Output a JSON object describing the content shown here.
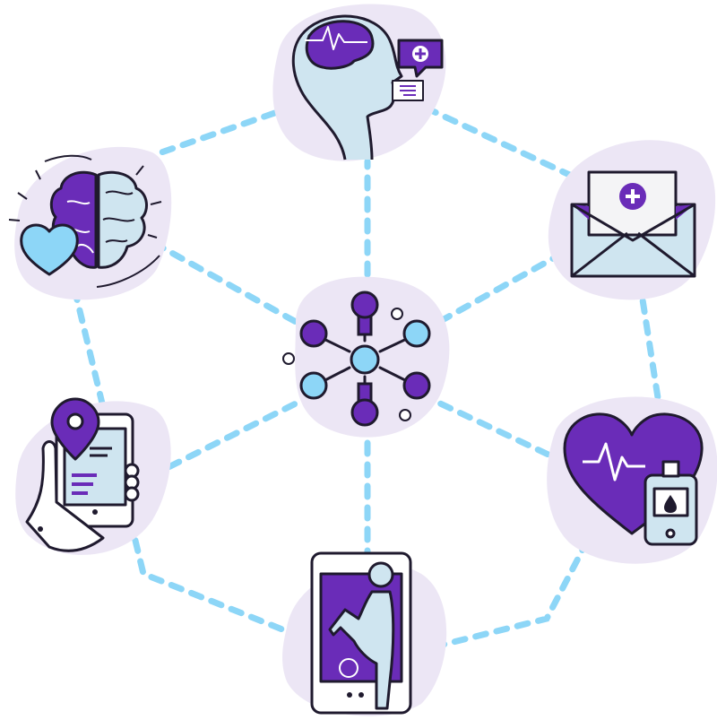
{
  "colors": {
    "purple": "#6a2cb8",
    "light_blue": "#8dd6f7",
    "pale_blue": "#cfe5f0",
    "blob": "#ece6f5",
    "outline": "#1f1a2e",
    "white": "#ffffff",
    "connector": "#8dd6f7"
  },
  "hub": {
    "icon": "network-hub-icon"
  },
  "nodes": [
    {
      "id": "mental-health",
      "icon": "head-brain-chat-icon"
    },
    {
      "id": "secure-message",
      "icon": "medical-envelope-icon"
    },
    {
      "id": "heart-monitoring",
      "icon": "heart-glucose-meter-icon"
    },
    {
      "id": "fitness-app",
      "icon": "phone-stretching-person-icon"
    },
    {
      "id": "location",
      "icon": "hand-phone-location-pin-icon"
    },
    {
      "id": "brain-wellness",
      "icon": "brain-heart-icon"
    }
  ]
}
